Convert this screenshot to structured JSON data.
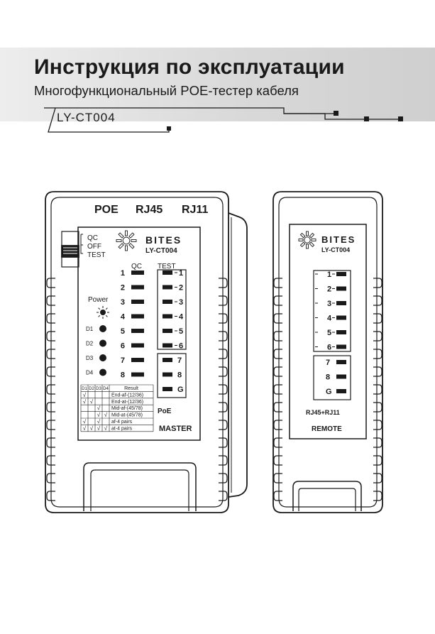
{
  "header": {
    "title": "Инструкция по эксплуатации",
    "subtitle": "Многофункциональный POE-тестер кабеля",
    "model": "LY-CT004"
  },
  "master": {
    "top_labels": [
      "POE",
      "RJ45",
      "RJ11"
    ],
    "switch_labels": [
      "QC",
      "OFF",
      "TEST"
    ],
    "brand": "BITES",
    "model": "LY-CT004",
    "qc_label": "QC",
    "test_label": "TEST",
    "power_label": "Power",
    "d_labels": [
      "D1",
      "D2",
      "D3",
      "D4"
    ],
    "qc_numbers": [
      "1",
      "2",
      "3",
      "4",
      "5",
      "6",
      "7",
      "8"
    ],
    "test_numbers": [
      "1",
      "2",
      "3",
      "4",
      "5",
      "6"
    ],
    "extra_numbers": [
      "7",
      "8",
      "G"
    ],
    "table_headers": [
      "D1",
      "D2",
      "D3",
      "D4",
      "Result"
    ],
    "table_rows": [
      {
        "checks": [
          "√",
          "",
          "",
          ""
        ],
        "result": "End-af-(12/36)"
      },
      {
        "checks": [
          "√",
          "√",
          "",
          ""
        ],
        "result": "End-at-(12/36)"
      },
      {
        "checks": [
          "",
          "",
          "√",
          ""
        ],
        "result": "Mid-af-(45/78)"
      },
      {
        "checks": [
          "",
          "",
          "√",
          "√"
        ],
        "result": "Mid-at-(45/78)"
      },
      {
        "checks": [
          "√",
          "",
          "√",
          ""
        ],
        "result": "af-4 pairs"
      },
      {
        "checks": [
          "√",
          "√",
          "√",
          "√"
        ],
        "result": "at-4 pairs"
      }
    ],
    "poe_label": "PoE",
    "master_label": "MASTER"
  },
  "remote": {
    "brand": "BITES",
    "model": "LY-CT004",
    "numbers": [
      "1",
      "2",
      "3",
      "4",
      "5",
      "6"
    ],
    "extra_numbers": [
      "7",
      "8",
      "G"
    ],
    "rj_label": "RJ45+RJ11",
    "remote_label": "REMOTE"
  }
}
